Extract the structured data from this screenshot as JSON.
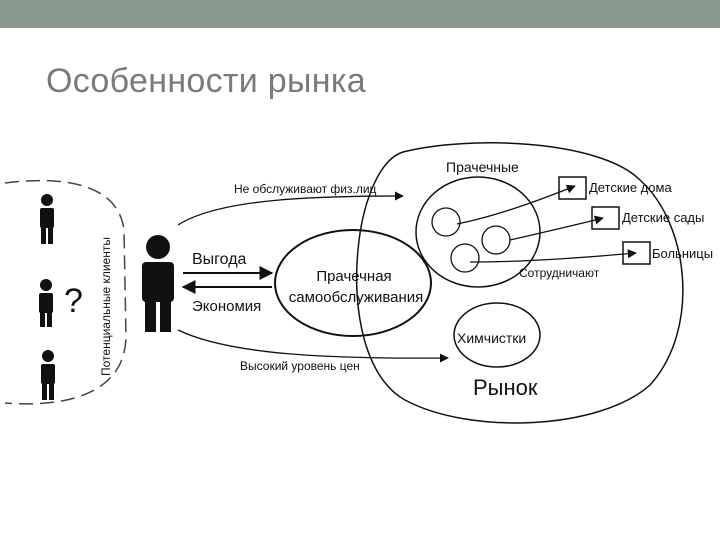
{
  "slide": {
    "title": "Особенности рынка"
  },
  "diagram": {
    "clients_label": "Потенциальные клиенты",
    "question_mark": "?",
    "arrow_benefit": "Выгода",
    "arrow_economy": "Экономия",
    "center_circle_line1": "Прачечная",
    "center_circle_line2": "самообслуживания",
    "arrow_not_served": "Не обслуживают физ.лиц",
    "arrow_high_prices": "Высокий уровень цен",
    "laundries_label": "Прачечные",
    "dry_cleaning_label": "Химчистки",
    "market_label": "Рынок",
    "cooperate_label": "Сотрудничают",
    "partners": [
      "Детские дома",
      "Детские сады",
      "Больницы"
    ]
  },
  "colors": {
    "title": "#7a7a7a",
    "top_bar": "#8a9a8e",
    "lines": "#111111"
  }
}
